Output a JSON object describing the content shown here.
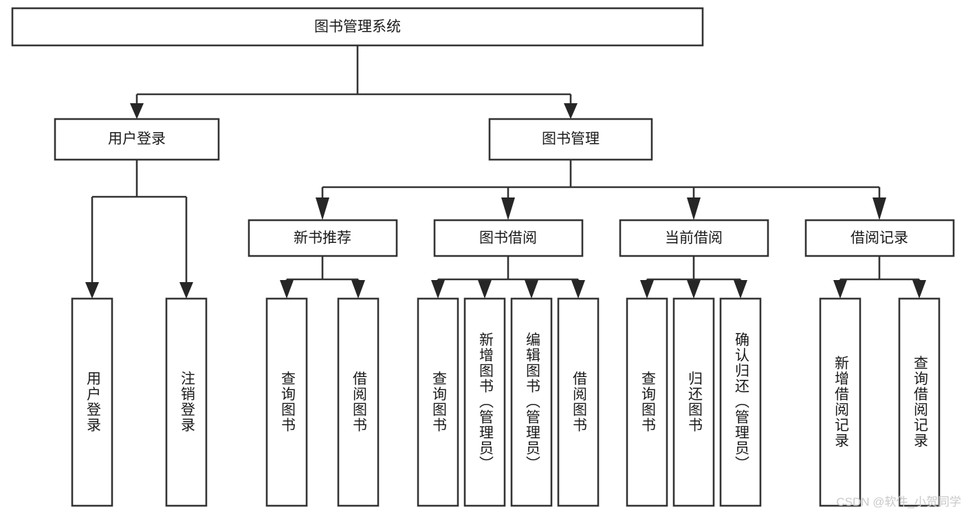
{
  "diagram": {
    "title": "图书管理系统",
    "type": "tree",
    "orientation": "top-down",
    "colors": {
      "background": "#ffffff",
      "box_fill": "#ffffff",
      "box_stroke": "#333333",
      "text": "#1a1a1a",
      "watermark": "#c9c9c9"
    },
    "levels": [
      {
        "level": 0,
        "nodes": [
          {
            "id": "root",
            "label": "图书管理系统",
            "orientation": "horizontal"
          }
        ]
      },
      {
        "level": 1,
        "nodes": [
          {
            "id": "user-login",
            "label": "用户登录",
            "orientation": "horizontal",
            "parent": "root"
          },
          {
            "id": "book-manage",
            "label": "图书管理",
            "orientation": "horizontal",
            "parent": "root"
          }
        ]
      },
      {
        "level": 2,
        "nodes": [
          {
            "id": "new-book-recommend",
            "label": "新书推荐",
            "orientation": "horizontal",
            "parent": "book-manage"
          },
          {
            "id": "book-borrow",
            "label": "图书借阅",
            "orientation": "horizontal",
            "parent": "book-manage"
          },
          {
            "id": "current-borrow",
            "label": "当前借阅",
            "orientation": "horizontal",
            "parent": "book-manage"
          },
          {
            "id": "borrow-record",
            "label": "借阅记录",
            "orientation": "horizontal",
            "parent": "book-manage"
          }
        ]
      },
      {
        "level": 3,
        "nodes": [
          {
            "id": "leaf-user-login",
            "label": "用户登录",
            "orientation": "vertical",
            "parent": "user-login"
          },
          {
            "id": "leaf-user-logout",
            "label": "注销登录",
            "orientation": "vertical",
            "parent": "user-login"
          },
          {
            "id": "leaf-query-book-1",
            "label": "查询图书",
            "orientation": "vertical",
            "parent": "new-book-recommend"
          },
          {
            "id": "leaf-borrow-book-1",
            "label": "借阅图书",
            "orientation": "vertical",
            "parent": "new-book-recommend"
          },
          {
            "id": "leaf-query-book-2",
            "label": "查询图书",
            "orientation": "vertical",
            "parent": "book-borrow"
          },
          {
            "id": "leaf-add-book",
            "label": "新增图书（管理员）",
            "orientation": "vertical",
            "parent": "book-borrow"
          },
          {
            "id": "leaf-edit-book",
            "label": "编辑图书（管理员）",
            "orientation": "vertical",
            "parent": "book-borrow"
          },
          {
            "id": "leaf-borrow-book-2",
            "label": "借阅图书",
            "orientation": "vertical",
            "parent": "book-borrow"
          },
          {
            "id": "leaf-query-book-3",
            "label": "查询图书",
            "orientation": "vertical",
            "parent": "current-borrow"
          },
          {
            "id": "leaf-return-book",
            "label": "归还图书",
            "orientation": "vertical",
            "parent": "current-borrow"
          },
          {
            "id": "leaf-confirm-return",
            "label": "确认归还（管理员）",
            "orientation": "vertical",
            "parent": "current-borrow"
          },
          {
            "id": "leaf-add-borrow-record",
            "label": "新增借阅记录",
            "orientation": "vertical",
            "parent": "borrow-record"
          },
          {
            "id": "leaf-query-borrow-record",
            "label": "查询借阅记录",
            "orientation": "vertical",
            "parent": "borrow-record"
          }
        ]
      }
    ]
  },
  "watermark": {
    "text": "CSDN @软件_小贺同学"
  }
}
